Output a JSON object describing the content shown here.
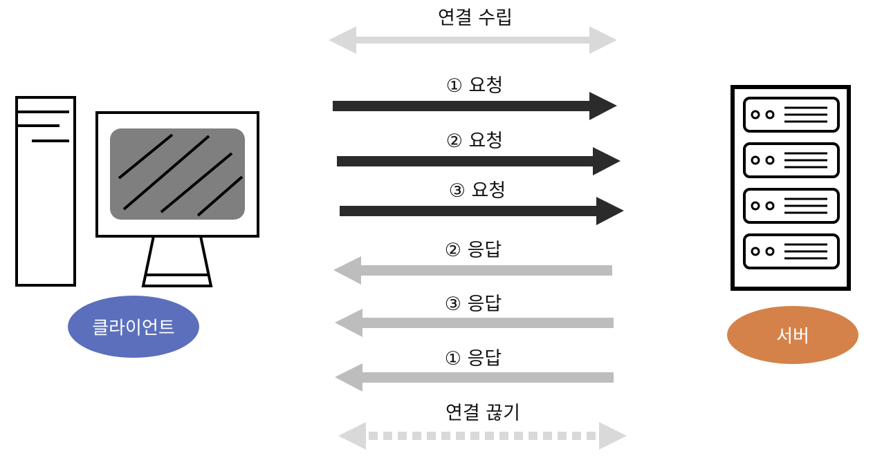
{
  "client": {
    "label": "클라이언트",
    "color": "#5b6fbc"
  },
  "server": {
    "label": "서버",
    "color": "#d4824a"
  },
  "messages": {
    "connect": "연결 수립",
    "req1": "① 요청",
    "req2": "② 요청",
    "req3": "③ 요청",
    "res2": "② 응답",
    "res3": "③ 응답",
    "res1": "① 응답",
    "disconnect": "연결 끊기"
  },
  "colors": {
    "request": "#2b2b2b",
    "response": "#bdbdbd",
    "connection": "#d9d9d9",
    "screen": "#7f7f7f"
  }
}
